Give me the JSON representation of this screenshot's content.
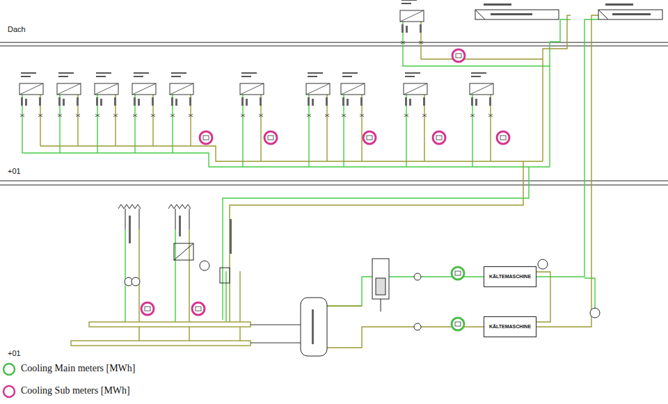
{
  "diagram": {
    "nodes": [
      {
        "text": [
          "KÄLTEMASCHINE"
        ]
      },
      {
        "text": [
          "KÄLTEMASCHINE"
        ]
      }
    ],
    "edges": [
      {
        "from": 0,
        "to": 1,
        "arrow": "none"
      }
    ],
    "labels": [
      "Dach",
      "+01",
      "+01"
    ],
    "legend": [
      {
        "text": "Cooling Main meters [MWh]"
      },
      {
        "text": "Cooling Sub meters [MWh]"
      }
    ]
  }
}
